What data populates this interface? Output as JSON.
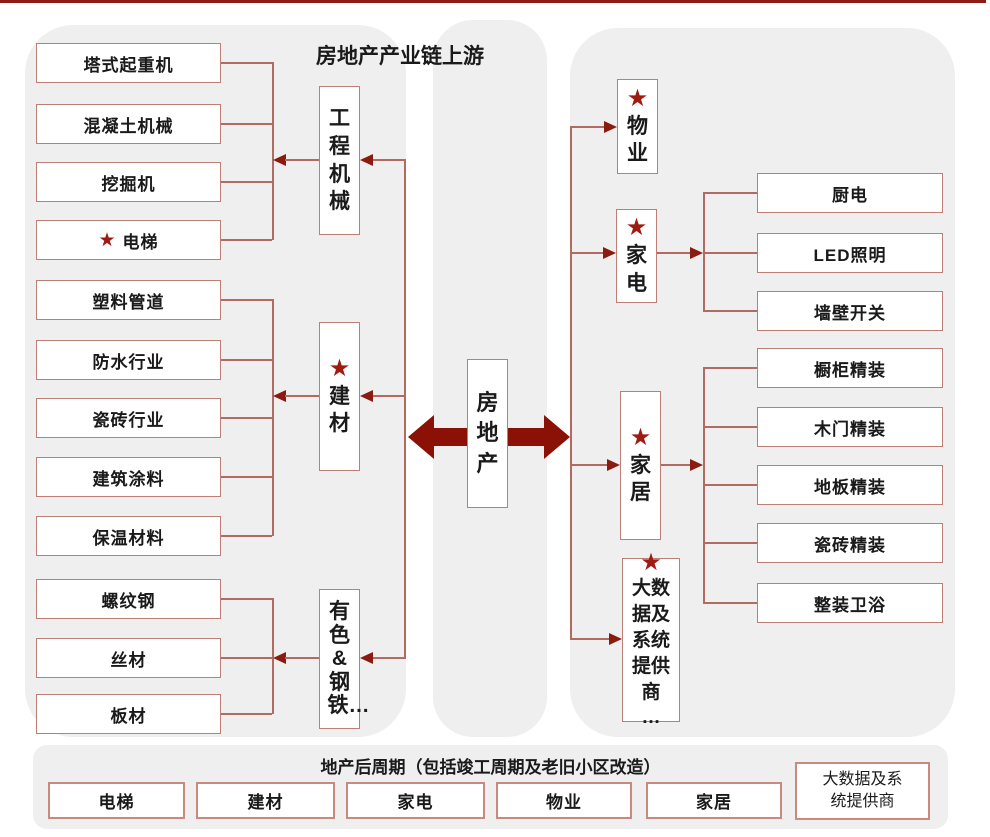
{
  "title": "房地产产业链上游",
  "icons": {
    "star": "★"
  },
  "colors": {
    "panel_bg": "#efefef",
    "box_border": "#bd7f75",
    "connector_line": "#b06c61",
    "arrowhead": "#8b1a10",
    "big_arrow": "#8b1005",
    "star": "#9e1b12",
    "top_rule": "#8e1c16",
    "text": "#1a1a1a"
  },
  "center": {
    "label": "房地产"
  },
  "upstream": {
    "groups": [
      {
        "hub": {
          "label": "工程机械"
        },
        "items": [
          "塔式起重机",
          "混凝土机械",
          "挖掘机",
          "电梯"
        ]
      },
      {
        "hub": {
          "label": "建材"
        },
        "items": [
          "塑料管道",
          "防水行业",
          "瓷砖行业",
          "建筑涂料",
          "保温材料"
        ]
      },
      {
        "hub": {
          "label": "有色&钢铁…"
        },
        "items": [
          "螺纹钢",
          "丝材",
          "板材"
        ]
      }
    ]
  },
  "downstream": {
    "hubs": [
      {
        "label": "物业"
      },
      {
        "label": "家电"
      },
      {
        "label": "家居"
      },
      {
        "label": "大数据及系统提供商\n…"
      }
    ],
    "appliance_items": [
      "厨电",
      "LED照明",
      "墙壁开关"
    ],
    "furnishing_items": [
      "橱柜精装",
      "木门精装",
      "地板精装",
      "瓷砖精装",
      "整装卫浴"
    ]
  },
  "post_cycle": {
    "title": "地产后周期（包括竣工周期及老旧小区改造）",
    "items": [
      "电梯",
      "建材",
      "家电",
      "物业",
      "家居",
      "大数据及系\n统提供商"
    ]
  }
}
